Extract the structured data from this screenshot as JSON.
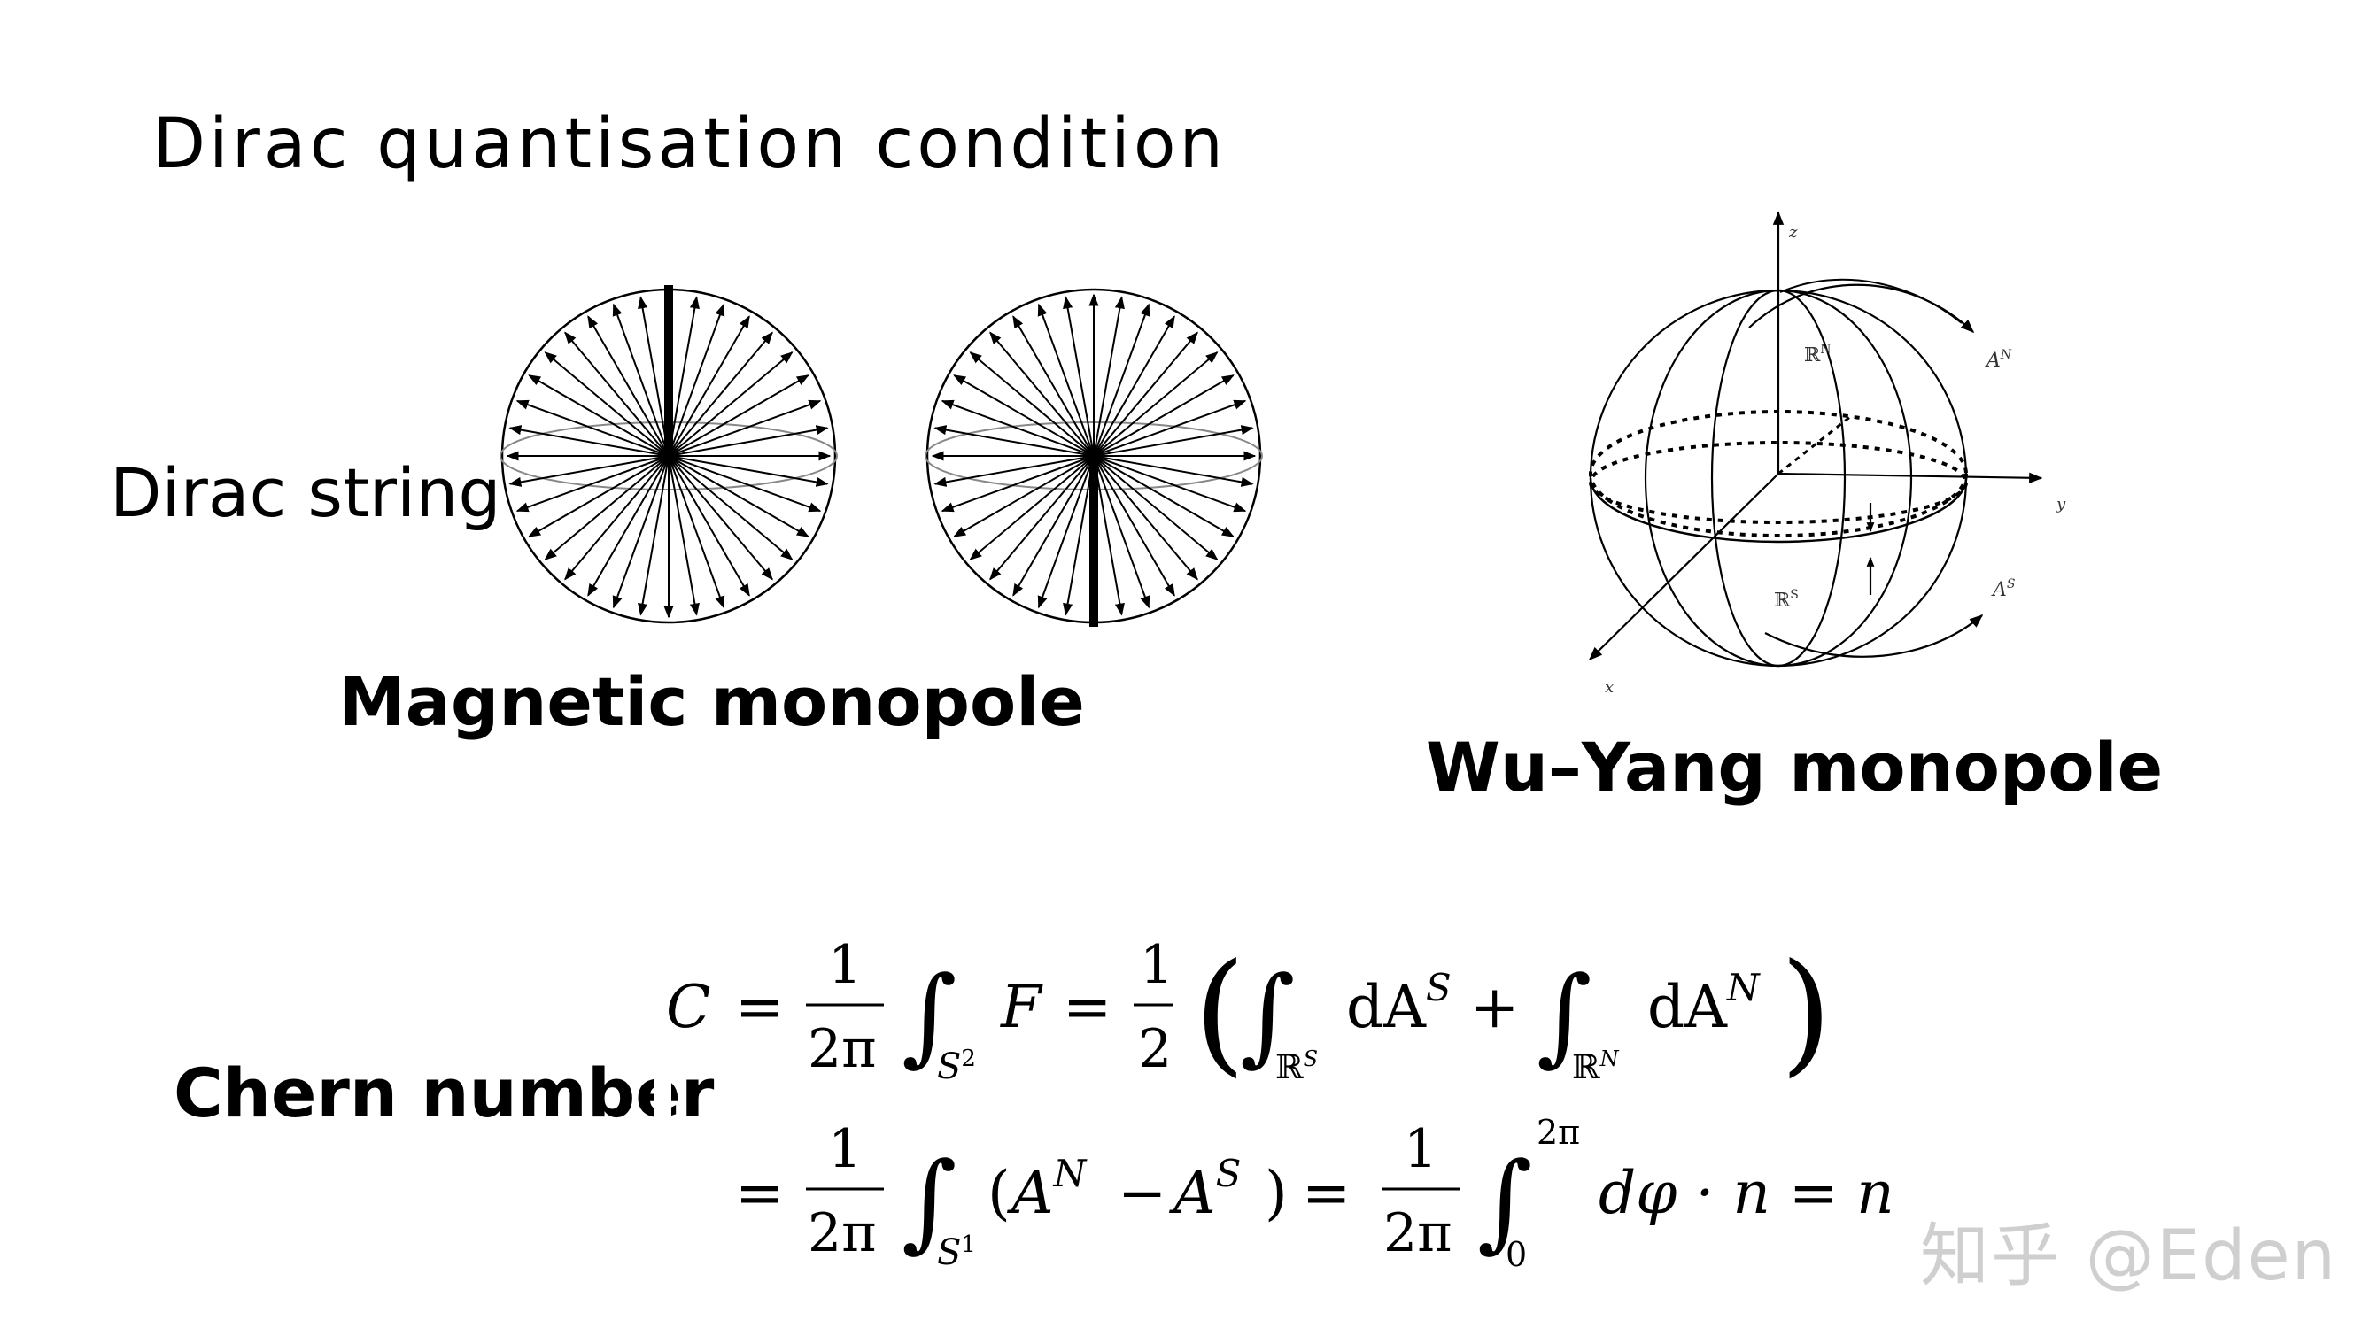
{
  "slide": {
    "title": "Dirac quantisation condition",
    "dirac_string_label": "Dirac string",
    "magnetic_monopole_label": "Magnetic monopole",
    "wu_yang_label": "Wu–Yang monopole",
    "chern_label": "Chern number",
    "watermark": "知乎 @Eden"
  },
  "wu_yang_figure": {
    "axis_z": "z",
    "axis_y": "y",
    "axis_x": "x",
    "region_north": "ℝ",
    "region_north_sup": "N",
    "region_south": "ℝ",
    "region_south_sup": "S",
    "potential_north": "A",
    "potential_north_sup": "N",
    "potential_south": "A",
    "potential_south_sup": "S"
  },
  "equation": {
    "l1_C": "C",
    "eq": "=",
    "one": "1",
    "two_pi": "2π",
    "two": "2",
    "S": "S",
    "sup_2": "2",
    "sup_1": "1",
    "F": "F",
    "R": "ℝ",
    "N": "N",
    "dA": "dA",
    "plus": "+",
    "minus": "−",
    "A": "A",
    "lower_0": "0",
    "upper_2pi": "2π",
    "dphi_n": "dφ · n = n",
    "lparen_big": "(",
    "rparen_big": ")",
    "lparen": "(",
    "rparen": ")",
    "integral": "∫"
  }
}
